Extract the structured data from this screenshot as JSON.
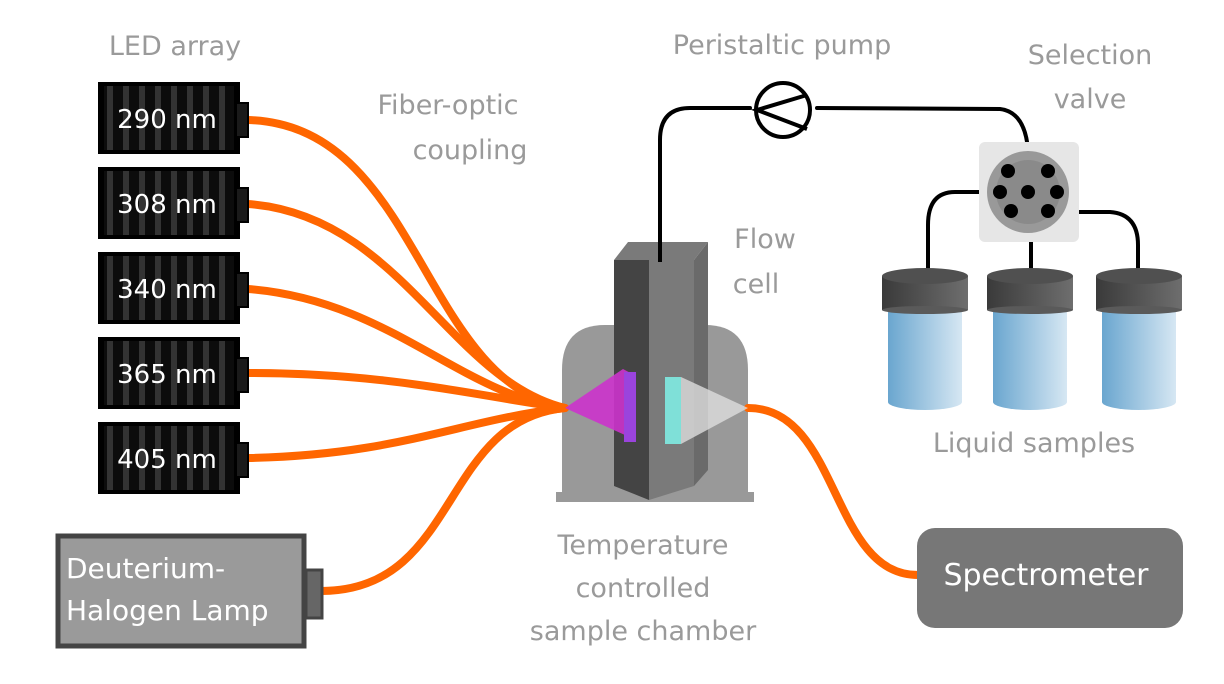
{
  "labels": {
    "led_array": "LED array",
    "fiber_line1": "Fiber-optic",
    "fiber_line2": "coupling",
    "pump": "Peristaltic pump",
    "valve_line1": "Selection",
    "valve_line2": "valve",
    "flow_line1": "Flow",
    "flow_line2": "cell",
    "samples": "Liquid samples",
    "chamber_line1": "Temperature",
    "chamber_line2": "controlled",
    "chamber_line3": "sample chamber",
    "spectrometer": "Spectrometer",
    "lamp_line1": "Deuterium-",
    "lamp_line2": "Halogen Lamp"
  },
  "leds": [
    {
      "label": "290 nm"
    },
    {
      "label": "308 nm"
    },
    {
      "label": "340 nm"
    },
    {
      "label": "365 nm"
    },
    {
      "label": "405 nm"
    }
  ],
  "sample_vials": 3,
  "colors": {
    "fiber": "#ff6600",
    "led_body": "#111111",
    "label_gray": "#9a9a9a",
    "spectrometer": "#777777",
    "excitation": "#cc33cc",
    "transmitted": "#7fe0d8",
    "liquid": "#8fbfdd"
  }
}
